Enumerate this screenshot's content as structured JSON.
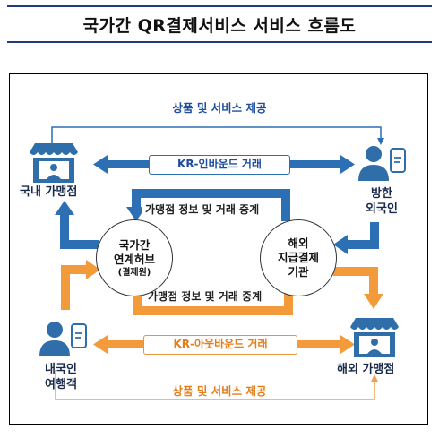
{
  "title": "국가간 QR결제서비스 서비스 흐름도",
  "top_label": "상품 및 서비스 제공",
  "bottom_label": "상품 및 서비스 제공",
  "inbound_label": "KR-인바운드 거래",
  "outbound_label": "KR-아웃바운드 거래",
  "flow_label_upper": "가맹점 정보 및 거래 중계",
  "flow_label_lower": "가맹점 정보 및 거래 중계",
  "nodes": {
    "domestic_merchant": "국내 가맹점",
    "foreign_visitor_line1": "방한",
    "foreign_visitor_line2": "외국인",
    "domestic_traveler_line1": "내국인",
    "domestic_traveler_line2": "여행객",
    "overseas_merchant": "해외 가맹점"
  },
  "hubs": {
    "korea_hub_line1": "국가간",
    "korea_hub_line2": "연계허브",
    "korea_hub_line3": "(결제원)",
    "overseas_hub_line1": "해외",
    "overseas_hub_line2": "지급결제",
    "overseas_hub_line3": "기관"
  },
  "colors": {
    "blue": "#2c6fb5",
    "orange": "#f39a3a",
    "navy": "#1f3d7a",
    "icon": "#2f6ea8"
  },
  "icons": [
    "store-icon",
    "person-phone-icon"
  ]
}
